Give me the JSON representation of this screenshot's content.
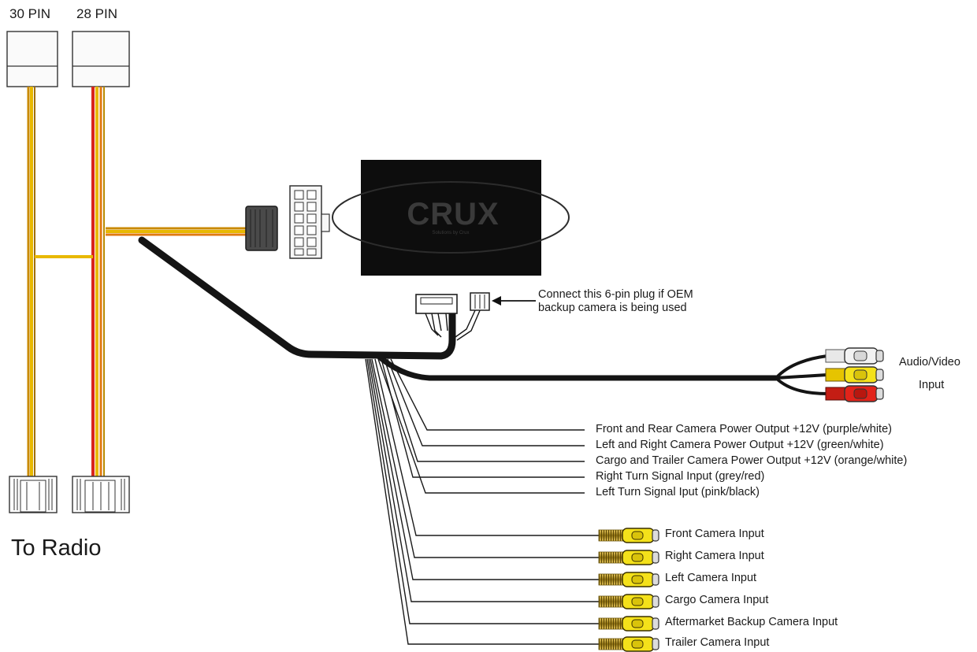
{
  "connectors": {
    "pin30": "30 PIN",
    "pin28": "28 PIN"
  },
  "to_radio": "To Radio",
  "module": {
    "logo": "CRUX",
    "tagline": "Solutions by Crux"
  },
  "note": {
    "line1": "Connect this 6-pin plug if OEM",
    "line2": "backup camera is being used"
  },
  "audio_video": {
    "line1": "Audio/Video",
    "line2": "Input"
  },
  "outputs": [
    "Front and Rear Camera Power Output +12V (purple/white)",
    "Left and Right Camera Power Output +12V (green/white)",
    "Cargo and Trailer Camera Power Output +12V (orange/white)",
    "Right Turn Signal Input (grey/red)",
    "Left Turn Signal Iput (pink/black)"
  ],
  "camera_inputs": [
    "Front Camera Input",
    "Right  Camera Input",
    "Left Camera Input",
    "Cargo Camera Input",
    "Aftermarket Backup Camera Input",
    "Trailer Camera Input"
  ],
  "colors": {
    "wire_yellow": "#e8b800",
    "wire_orange": "#e07a10",
    "wire_red": "#d8261b",
    "cable_black": "#141414",
    "module_body": "#0d0d0d",
    "rca_yellow": "#f4e11a",
    "rca_red": "#e2231a",
    "rca_white": "#ececec",
    "metal": "#c9a437"
  },
  "icons": {
    "connector_30pin": "harness-plug-icon",
    "connector_28pin": "harness-plug-icon",
    "connector_16pin": "plug-16pin-icon",
    "oem_6pin": "plug-6pin-icon",
    "rca_plug": "rca-plug-icon",
    "arrow": "arrow-left-icon"
  }
}
